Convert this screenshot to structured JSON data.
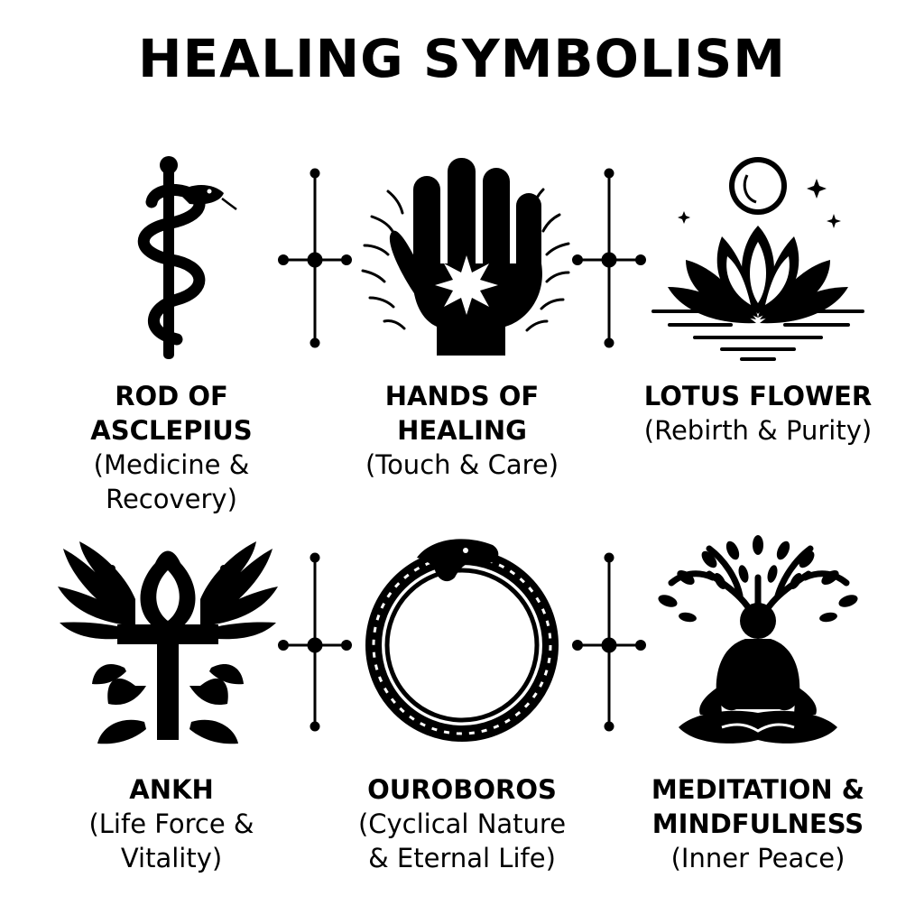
{
  "title": "HEALING SYMBOLISM",
  "symbols": [
    {
      "name": "ROD OF\nASCLEPIUS",
      "meaning": "(Medicine &\nRecovery)",
      "icon": "rod-of-asclepius-icon"
    },
    {
      "name": "HANDS OF\nHEALING",
      "meaning": "(Touch & Care)",
      "icon": "healing-hand-icon"
    },
    {
      "name": "LOTUS FLOWER",
      "meaning": "(Rebirth & Purity)",
      "icon": "lotus-flower-icon"
    },
    {
      "name": "ANKH",
      "meaning": "(Life Force &\nVitality)",
      "icon": "winged-ankh-icon"
    },
    {
      "name": "OUROBOROS",
      "meaning": "(Cyclical Nature\n& Eternal Life)",
      "icon": "ouroboros-icon"
    },
    {
      "name": "MEDITATION &\nMINDFULNESS",
      "meaning": "(Inner Peace)",
      "icon": "meditation-tree-icon"
    }
  ],
  "colors": {
    "ink": "#000000",
    "background": "#ffffff"
  }
}
